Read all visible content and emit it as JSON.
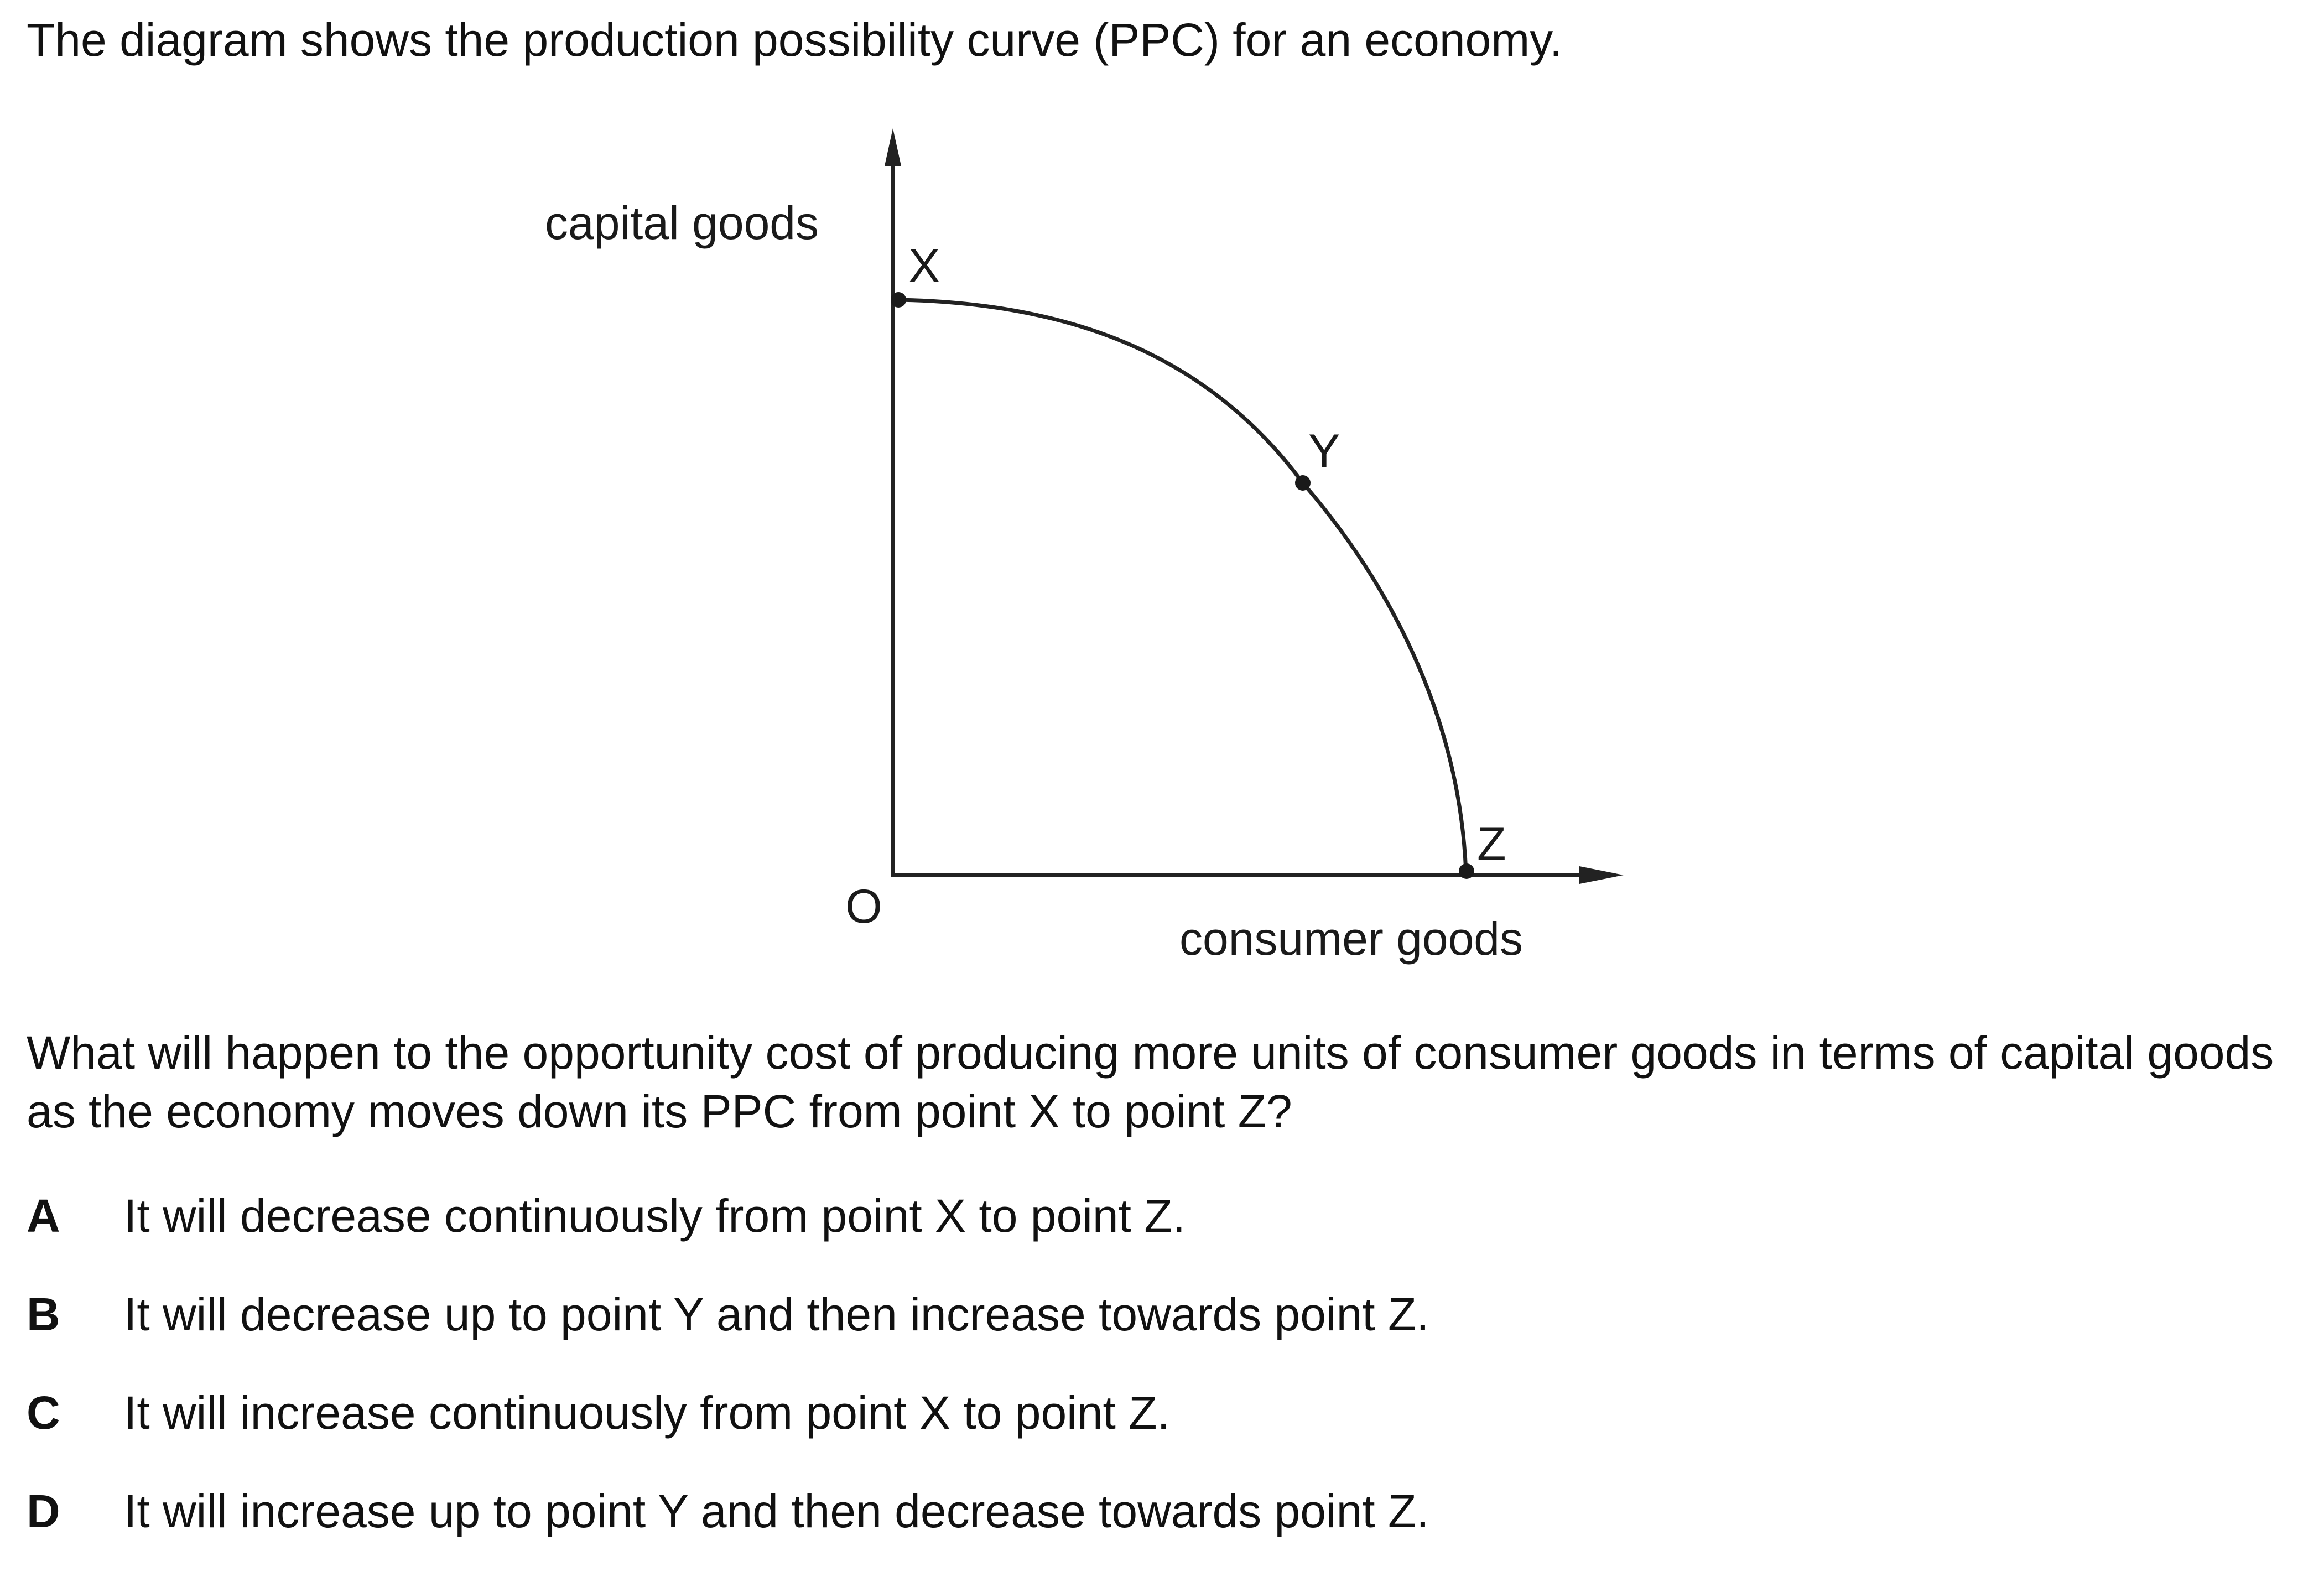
{
  "intro": "The diagram shows the production possibility curve (PPC) for an economy.",
  "diagram": {
    "y_axis_label": "capital goods",
    "x_axis_label": "consumer goods",
    "origin_label": "O",
    "points": {
      "x": "X",
      "y": "Y",
      "z": "Z"
    }
  },
  "question": "What will happen to the opportunity cost of producing more units of consumer goods in terms of capital goods as the economy moves down its PPC from point X to point Z?",
  "options": [
    {
      "letter": "A",
      "text": "It will decrease continuously from point X to point Z."
    },
    {
      "letter": "B",
      "text": "It will decrease up to point Y and then increase towards point Z."
    },
    {
      "letter": "C",
      "text": "It will increase continuously from point X to point Z."
    },
    {
      "letter": "D",
      "text": "It will increase up to point Y and then decrease towards point Z."
    }
  ]
}
